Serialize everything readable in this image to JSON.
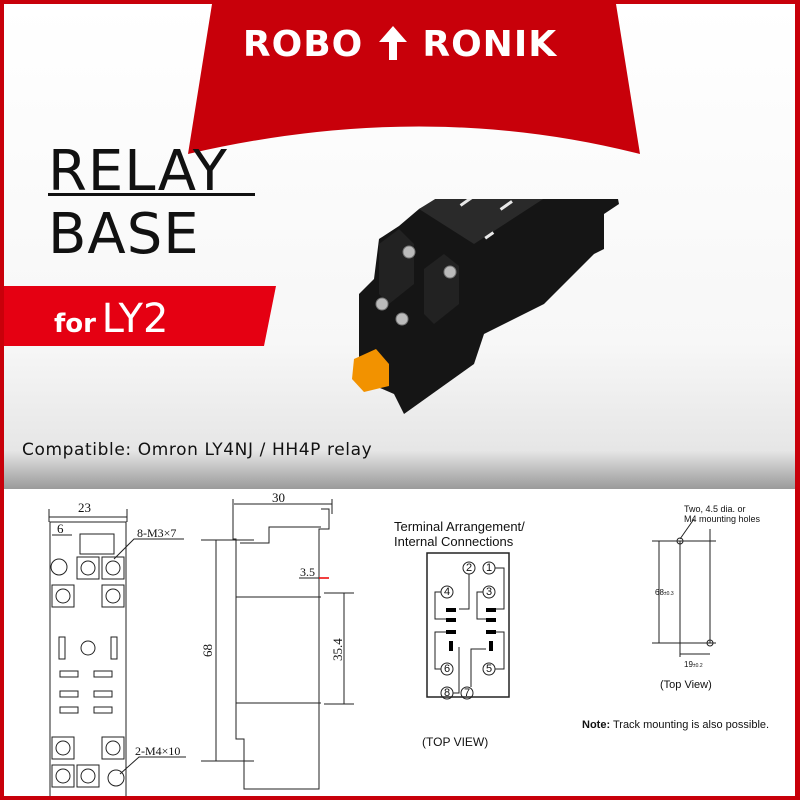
{
  "brand": {
    "left": "ROBO",
    "right": "RONIK",
    "logo_icon": "up-arrow-icon",
    "color": "#c8000a"
  },
  "headline": {
    "line1": "RELAY",
    "line2": "BASE"
  },
  "model_tag": {
    "prefix": "for",
    "model": "LY2"
  },
  "compatibility": "Compatible: Omron LY4NJ / HH4P relay",
  "dimension_drawing": {
    "front": {
      "width": "23",
      "pitch": "6",
      "screw_terminals": "8-M3×7",
      "mounting_screws": "2-M4×10"
    },
    "side": {
      "depth": "30",
      "height": "68",
      "rail_offset": "3.5",
      "rail_width": "35.4"
    }
  },
  "terminal_arrangement": {
    "title_line1": "Terminal Arrangement/",
    "title_line2": "Internal Connections",
    "terminals": [
      "1",
      "2",
      "3",
      "4",
      "5",
      "6",
      "7",
      "8"
    ],
    "footer": "(TOP VIEW)"
  },
  "mounting_holes": {
    "label_line1": "Two, 4.5 dia. or",
    "label_line2": "M4 mounting holes",
    "height": "68",
    "height_tol": "±0.3",
    "width": "19",
    "width_tol": "±0.2",
    "footer": "(Top View)"
  },
  "note": {
    "label": "Note:",
    "text": " Track mounting is also possible."
  }
}
